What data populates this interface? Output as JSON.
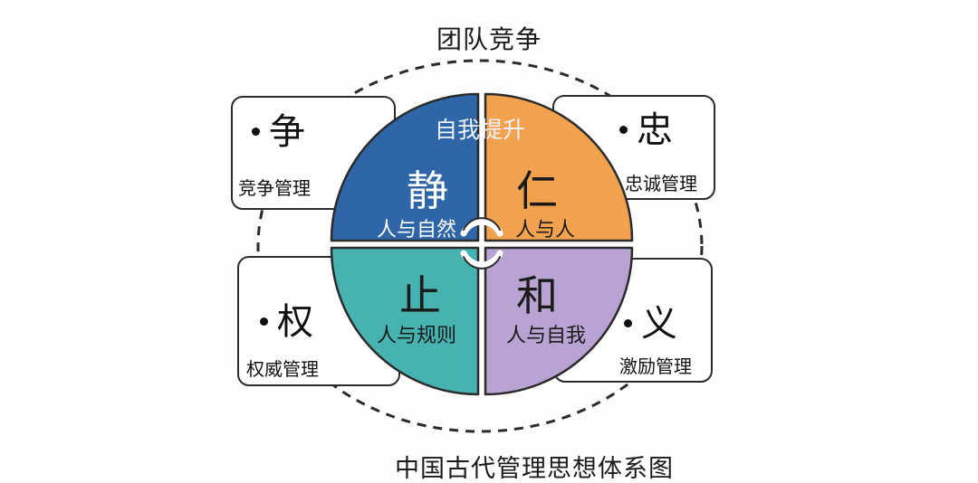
{
  "top_title": "团队竞争",
  "bottom_caption": "中国古代管理思想体系图",
  "center_top_label": "自我提升",
  "quadrants": [
    {
      "char": "静",
      "label": "人与自然",
      "color": "#2f66a8"
    },
    {
      "char": "仁",
      "label": "人与人",
      "color": "#f2a24f"
    },
    {
      "char": "止",
      "label": "人与规则",
      "color": "#46b3b1"
    },
    {
      "char": "和",
      "label": "人与自我",
      "color": "#b9a3d3"
    }
  ],
  "boxes": [
    {
      "char": "争",
      "label": "竞争管理"
    },
    {
      "char": "忠",
      "label": "忠诚管理"
    },
    {
      "char": "权",
      "label": "权威管理"
    },
    {
      "char": "义",
      "label": "激励管理"
    }
  ]
}
